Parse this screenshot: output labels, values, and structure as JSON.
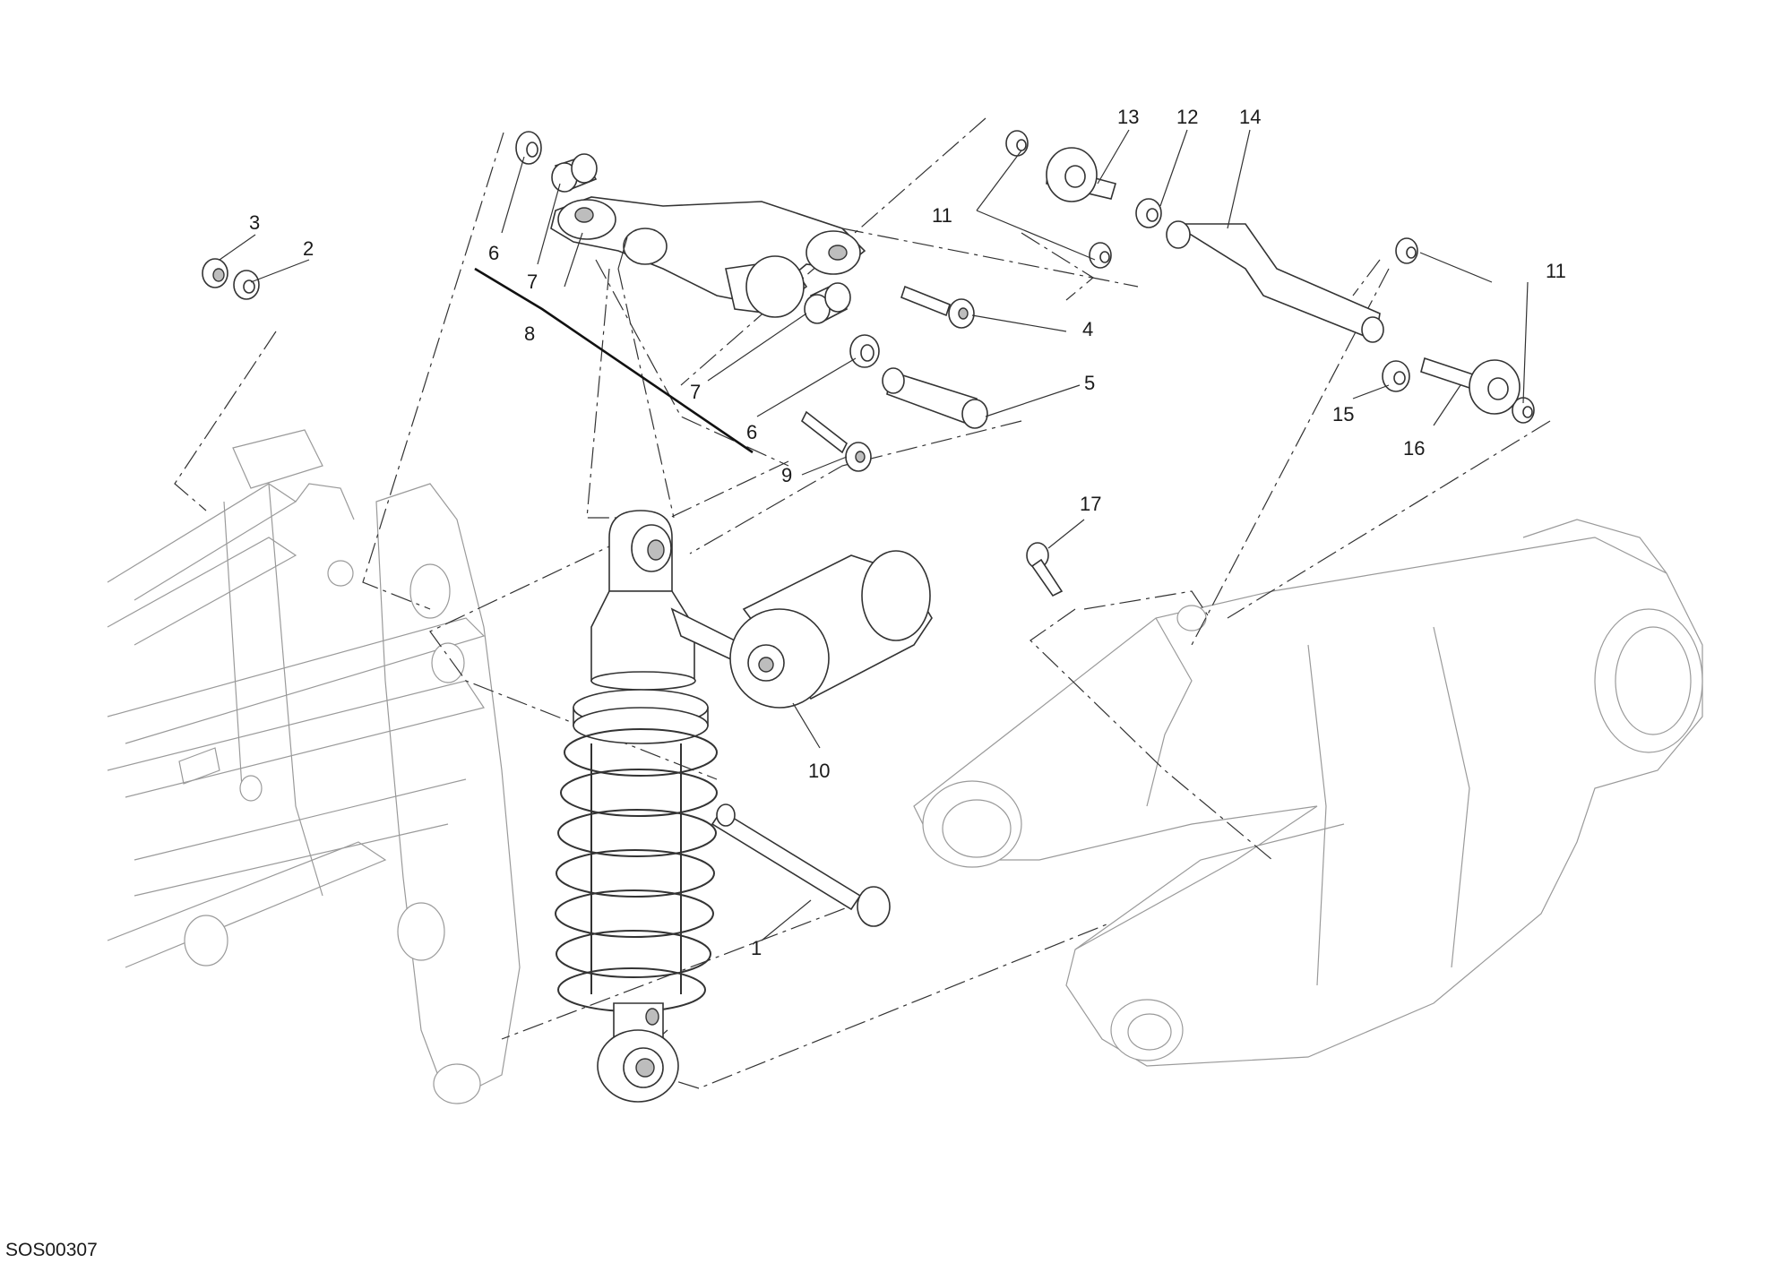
{
  "diagram": {
    "drawing_code": "SOS00307",
    "callouts": [
      "3",
      "2",
      "6",
      "7",
      "8",
      "7",
      "6",
      "4",
      "5",
      "9",
      "11",
      "13",
      "12",
      "14",
      "11",
      "15",
      "16",
      "17",
      "10",
      "1"
    ]
  }
}
